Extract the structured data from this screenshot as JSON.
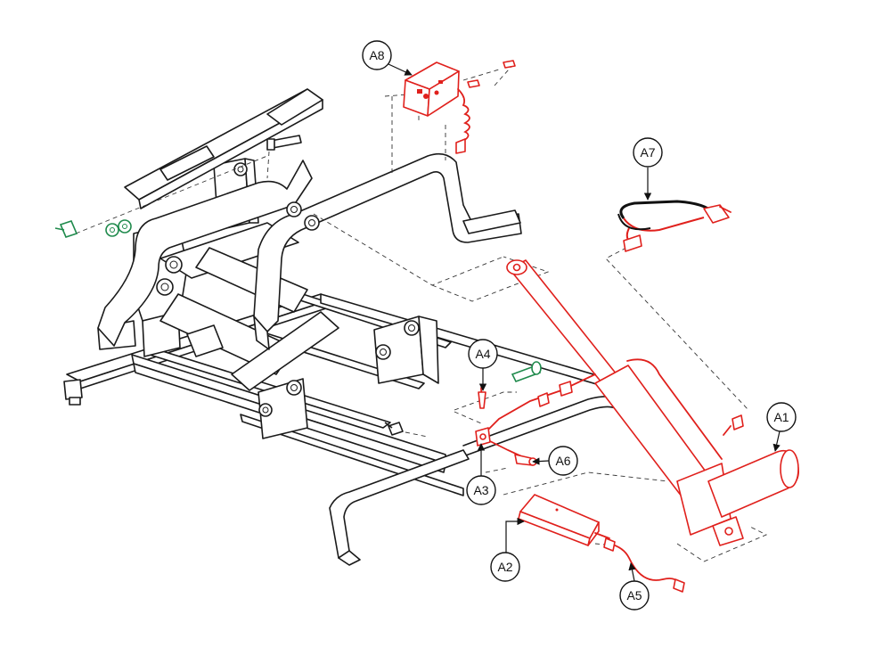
{
  "colors": {
    "highlight": "#e0201c",
    "hardware": "#1f8a4c",
    "line": "#1a1a1a"
  },
  "callouts": [
    {
      "id": "A1",
      "label": "A1"
    },
    {
      "id": "A2",
      "label": "A2"
    },
    {
      "id": "A3",
      "label": "A3"
    },
    {
      "id": "A4",
      "label": "A4"
    },
    {
      "id": "A5",
      "label": "A5"
    },
    {
      "id": "A6",
      "label": "A6"
    },
    {
      "id": "A7",
      "label": "A7"
    },
    {
      "id": "A8",
      "label": "A8"
    }
  ]
}
